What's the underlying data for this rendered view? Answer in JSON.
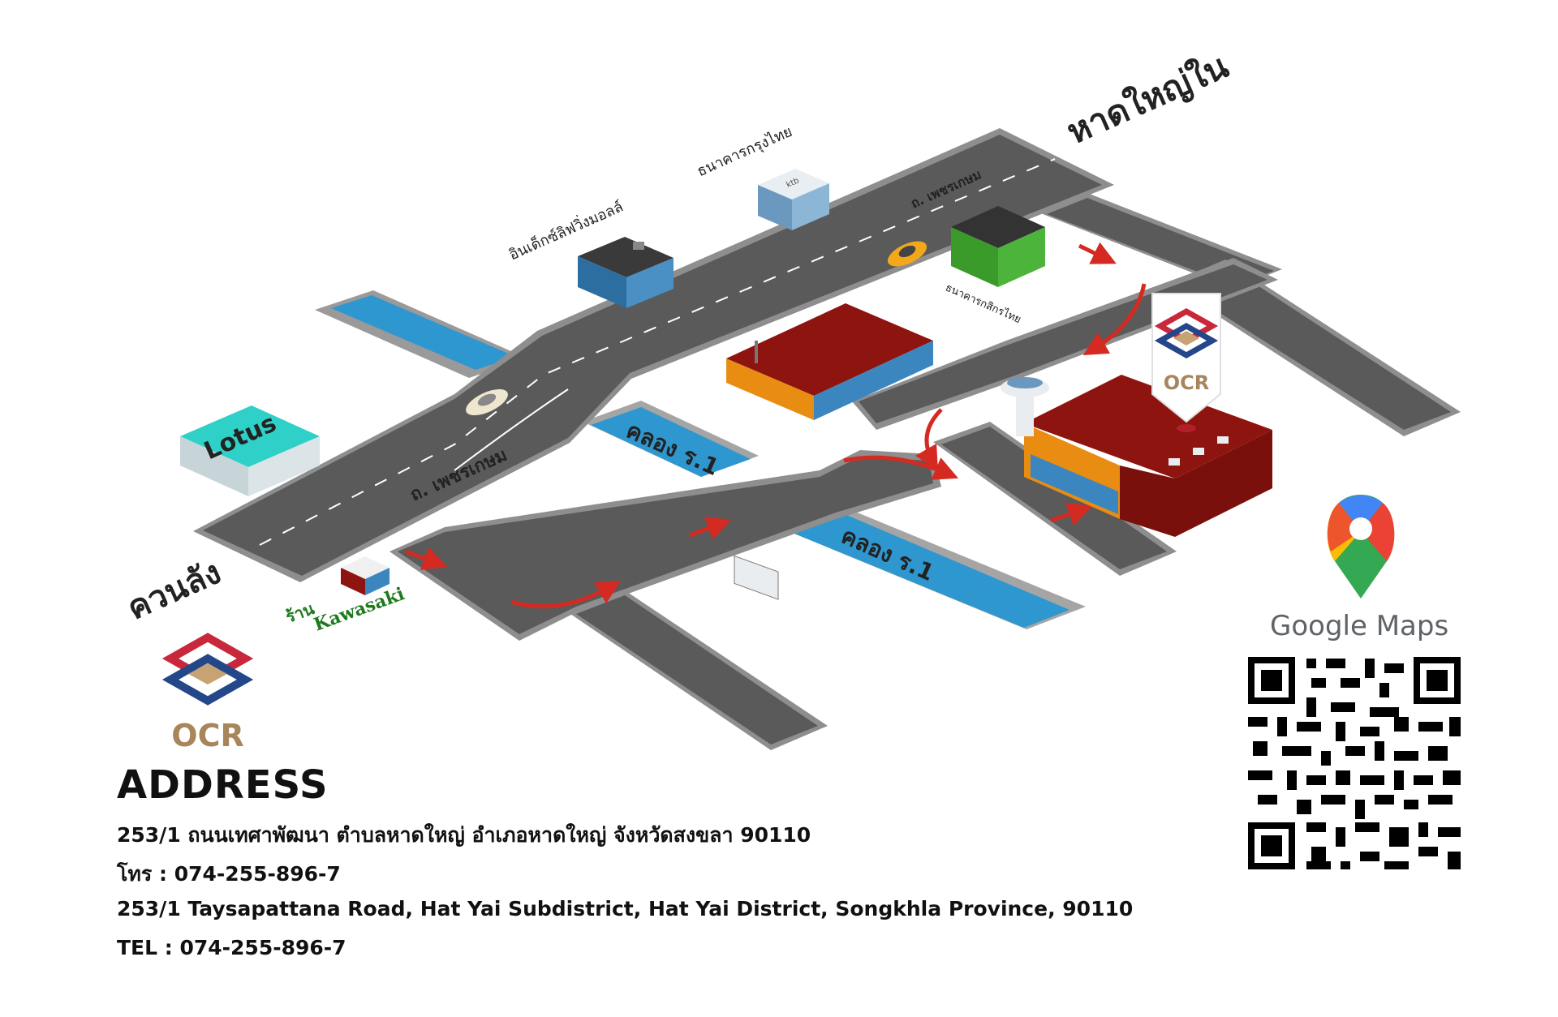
{
  "map": {
    "labels": {
      "top_right_area": "หาดใหญ่ใน",
      "left_area": "ควนลัง",
      "road_upper": "ถ. เพชรเกษม",
      "road_lower": "ถ. เพชรเกษม",
      "canal_upper": "คลอง ร.1",
      "canal_lower": "คลอง ร.1",
      "mall": "อินเด็กซ์ลิฟวิ่งมอลล์",
      "bank_krungthai": "ธนาคารกรุงไทย",
      "bank_krungthai_sign": "ktb",
      "bank_kasikorn": "ธนาคารกสิกรไทย",
      "lotus": "Lotus",
      "kawasaki_shop_prefix": "ร้าน",
      "kawasaki_shop_name": "Kawasaki"
    },
    "colors": {
      "road": "#5a5a5a",
      "road_edge": "#8e8e8e",
      "canal": "#2f97d0",
      "arrow": "#d42a22",
      "warehouse_red": "#8e1410",
      "warehouse_orange": "#e98c12",
      "lotus_teal": "#2fd0c8"
    }
  },
  "ocr_marker": {
    "logo_text": "OCR"
  },
  "company_logo": {
    "logo_text": "OCR"
  },
  "address": {
    "title": "ADDRESS",
    "thai_address": "253/1 ถนนเทศาพัฒนา ตำบลหาดใหญ่ อำเภอหาดใหญ่  จังหวัดสงขลา 90110",
    "thai_phone": "โทร : 074-255-896-7",
    "english_address": "253/1 Taysapattana  Road, Hat Yai Subdistrict, Hat Yai District, Songkhla Province, 90110",
    "english_phone": "TEL : 074-255-896-7"
  },
  "google_maps": {
    "wordmark_1": "Google",
    "wordmark_2": "Maps",
    "pin_icon": "google-maps-pin-icon",
    "qr_icon": "qr-code-icon"
  }
}
